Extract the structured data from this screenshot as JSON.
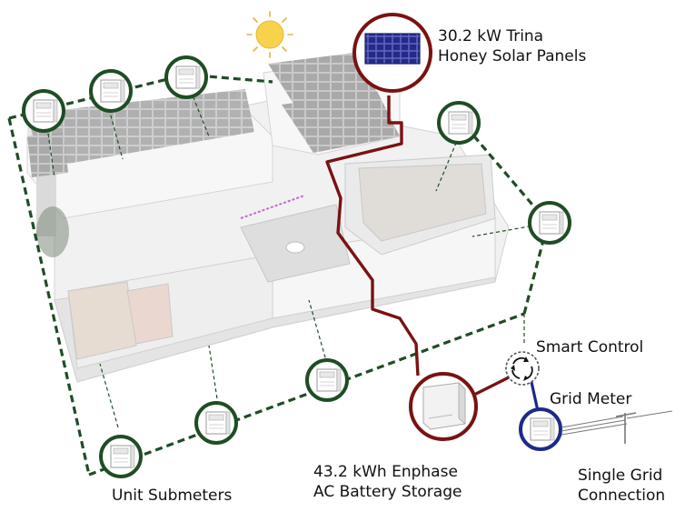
{
  "labels": {
    "solar": [
      "30.2 kW Trina",
      "Honey Solar Panels"
    ],
    "smart_control": "Smart Control",
    "grid_meter": "Grid Meter",
    "battery": [
      "43.2 kWh Enphase",
      "AC Battery Storage"
    ],
    "grid_connection": [
      "Single Grid",
      "Connection"
    ],
    "submeters": "Unit Submeters"
  },
  "colors": {
    "submeter_green": "#1f4d25",
    "solar_line": "#7a1212",
    "grid_meter_blue": "#1c2a8a",
    "panel_blue": "#2b2f8a",
    "sun_yellow": "#f7d24a"
  },
  "icons": {
    "sun": "sun-icon",
    "submeter": "meter-icon",
    "smart_control": "cycle-arrows-icon",
    "battery": "battery-icon",
    "grid_meter": "meter-icon",
    "grid": "power-line-icon"
  }
}
